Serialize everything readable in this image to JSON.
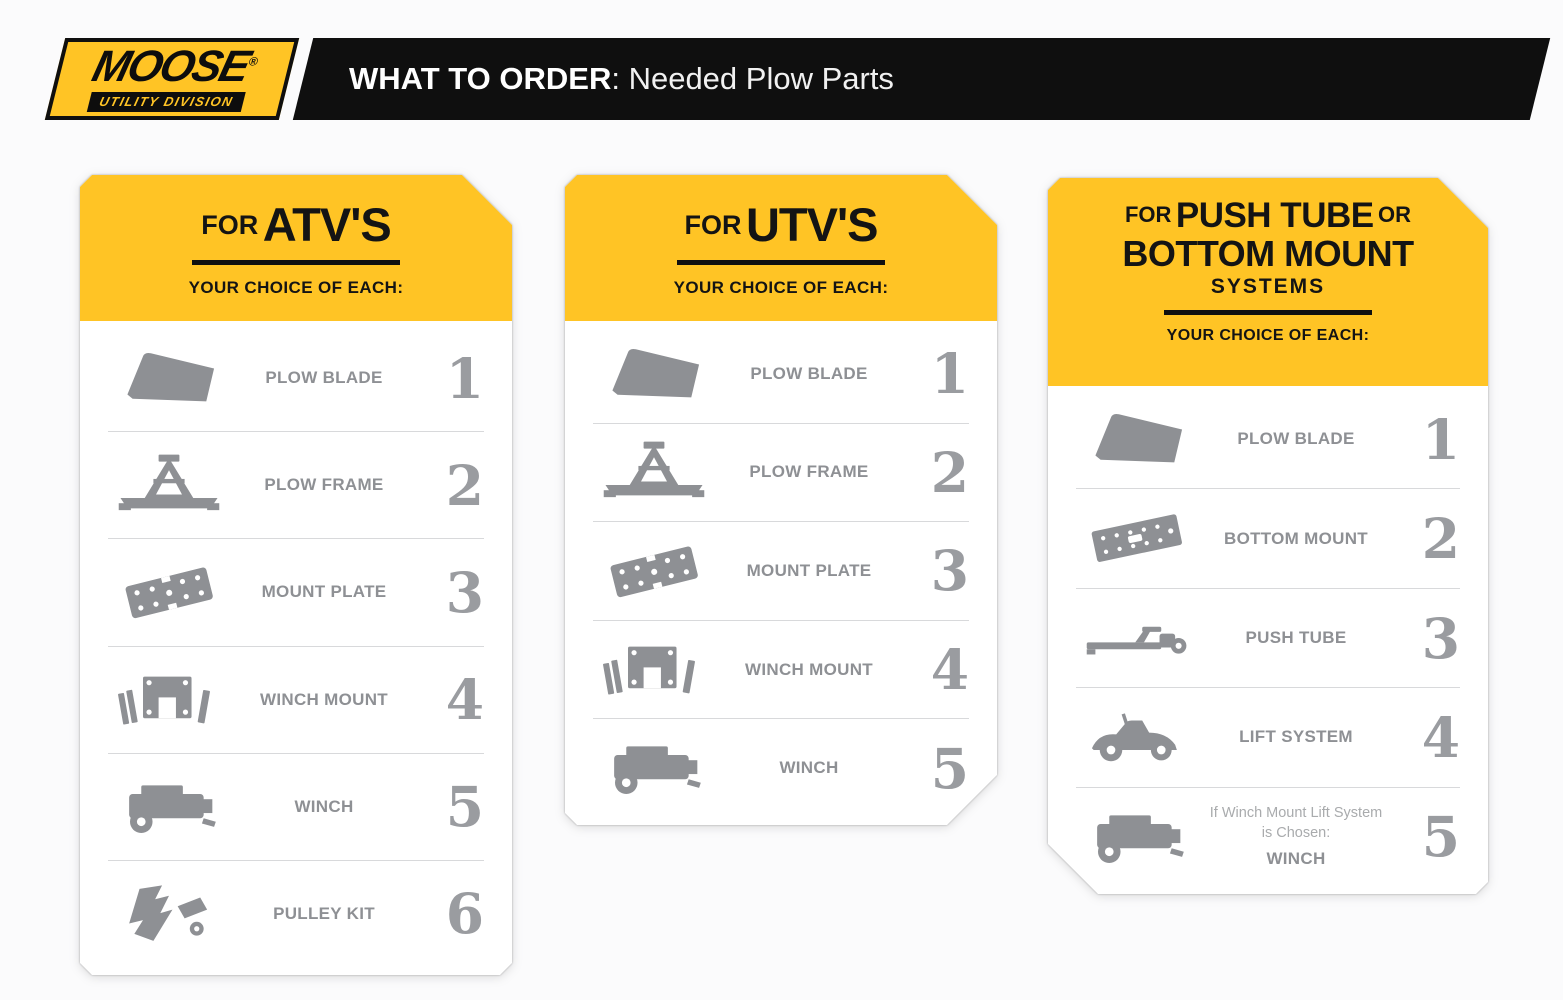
{
  "header": {
    "logo": {
      "brand": "MOOSE",
      "registered": "®",
      "subtitle": "UTILITY DIVISION"
    },
    "title_bold": "WHAT TO ORDER",
    "title_rest": ": Needed Plow Parts"
  },
  "colors": {
    "brand_yellow": "#FFC425",
    "banner_black": "#0F0F0F",
    "item_gray": "#8E9094",
    "number_gray": "#9A9CA0",
    "divider_gray": "#D8D9DB"
  },
  "cards": [
    {
      "id": "atv",
      "title_prefix": "FOR",
      "title_main": "ATV'S",
      "subtitle": "YOUR CHOICE OF EACH:",
      "rows": [
        {
          "icon": "plow-blade-icon",
          "label": "PLOW BLADE",
          "number": "1"
        },
        {
          "icon": "plow-frame-icon",
          "label": "PLOW FRAME",
          "number": "2"
        },
        {
          "icon": "mount-plate-icon",
          "label": "MOUNT PLATE",
          "number": "3"
        },
        {
          "icon": "winch-mount-icon",
          "label": "WINCH MOUNT",
          "number": "4"
        },
        {
          "icon": "winch-icon",
          "label": "WINCH",
          "number": "5"
        },
        {
          "icon": "pulley-kit-icon",
          "label": "PULLEY KIT",
          "number": "6"
        }
      ]
    },
    {
      "id": "utv",
      "title_prefix": "FOR",
      "title_main": "UTV'S",
      "subtitle": "YOUR CHOICE OF EACH:",
      "rows": [
        {
          "icon": "plow-blade-icon",
          "label": "PLOW BLADE",
          "number": "1"
        },
        {
          "icon": "plow-frame-icon",
          "label": "PLOW FRAME",
          "number": "2"
        },
        {
          "icon": "mount-plate-icon",
          "label": "MOUNT PLATE",
          "number": "3"
        },
        {
          "icon": "winch-mount-icon",
          "label": "WINCH MOUNT",
          "number": "4"
        },
        {
          "icon": "winch-icon",
          "label": "WINCH",
          "number": "5"
        }
      ]
    },
    {
      "id": "push-tube-bottom-mount",
      "title": {
        "line1_prefix": "FOR",
        "line1_main": "PUSH TUBE",
        "line1_suffix": "OR",
        "line2": "BOTTOM MOUNT",
        "line3": "SYSTEMS"
      },
      "subtitle": "YOUR CHOICE OF EACH:",
      "rows": [
        {
          "icon": "plow-blade-icon",
          "label": "PLOW BLADE",
          "number": "1"
        },
        {
          "icon": "bottom-mount-icon",
          "label": "BOTTOM MOUNT",
          "number": "2"
        },
        {
          "icon": "push-tube-icon",
          "label": "PUSH TUBE",
          "number": "3"
        },
        {
          "icon": "lift-system-icon",
          "label": "LIFT SYSTEM",
          "number": "4"
        },
        {
          "icon": "winch-icon",
          "note": "If Winch Mount Lift System is Chosen:",
          "label": "WINCH",
          "number": "5"
        }
      ]
    }
  ]
}
